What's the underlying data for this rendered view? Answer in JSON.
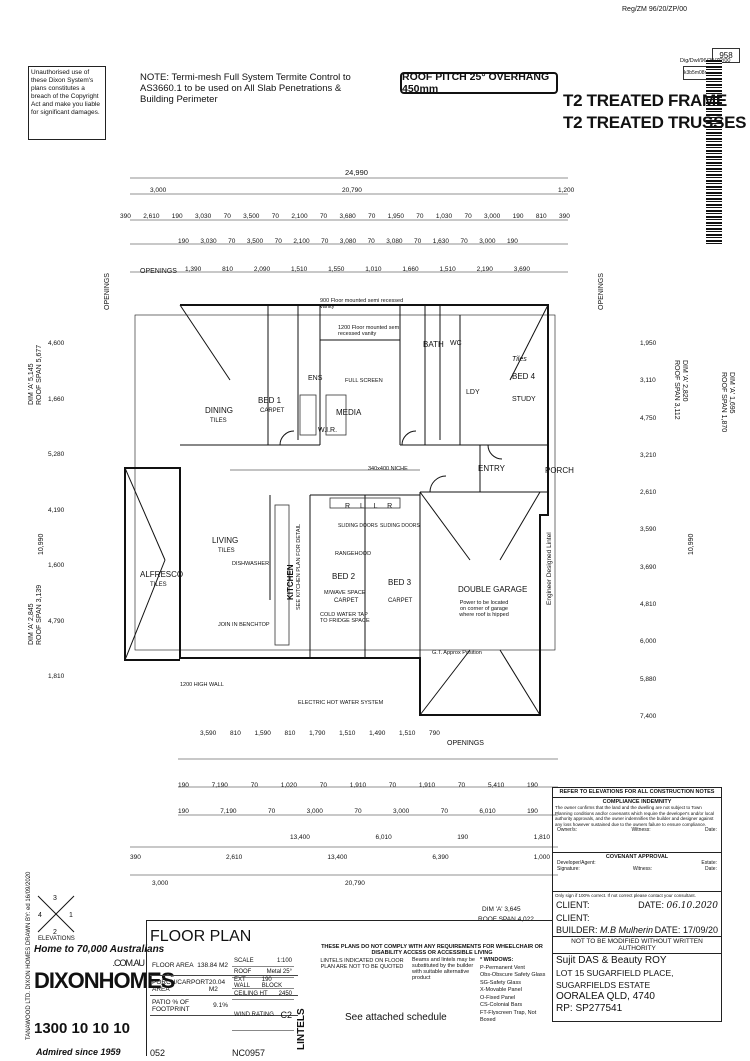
{
  "header": {
    "top_ref": "Reg/ZM 96/20/ZP/00",
    "top_code": "958",
    "side_ref_1": "Dig/Dwl/96/20/ZP/00",
    "side_ref_2": "k3b5m08ree3",
    "copyright": "Unauthorised use of these Dixon System's plans constitutes a breach of the Copyright Act and make you liable for significant damages.",
    "note": "NOTE: Termi-mesh Full System Termite Control to AS3660.1 to be used on All Slab Penetrations & Building Perimeter",
    "roof_pitch": "ROOF PITCH 25° OVERHANG 450mm",
    "treated_frame": "T2 TREATED FRAME",
    "treated_trusses": "T2 TREATED TRUSSES"
  },
  "top_dims": {
    "overall": "24,990",
    "row1": [
      "3,000",
      "20,790",
      "1,200"
    ],
    "row2": [
      "390",
      "2,610",
      "190",
      "3,030",
      "70",
      "3,500",
      "70",
      "2,100",
      "70",
      "3,680",
      "70",
      "1,950",
      "70",
      "1,030",
      "70",
      "3,000",
      "190",
      "810",
      "390"
    ],
    "row3": [
      "190",
      "3,030",
      "70",
      "3,500",
      "70",
      "2,100",
      "70",
      "3,080",
      "70",
      "3,080",
      "70",
      "1,630",
      "70",
      "3,000",
      "190"
    ],
    "openings_label": "OPENINGS",
    "openings": [
      "1,390",
      "810",
      "2,090",
      "1,510",
      "1,550",
      "1,010",
      "1,660",
      "1,510",
      "2,190",
      "3,690"
    ]
  },
  "bottom_dims": {
    "openings_label": "OPENINGS",
    "openings": [
      "3,590",
      "810",
      "1,590",
      "810",
      "1,790",
      "1,510",
      "1,490",
      "1,510",
      "790"
    ],
    "row1": [
      "190",
      "7,190",
      "70",
      "1,020",
      "70",
      "1,910",
      "70",
      "1,910",
      "70",
      "5,410",
      "190"
    ],
    "row2": [
      "190",
      "7,190",
      "70",
      "3,000",
      "70",
      "3,000",
      "70",
      "6,010",
      "190"
    ],
    "row3": [
      "13,400",
      "6,010",
      "190",
      "1,810"
    ],
    "row4": [
      "390",
      "2,610",
      "13,400",
      "6,390",
      "1,000"
    ],
    "row5": [
      "3,000",
      "20,790"
    ]
  },
  "side_labels": {
    "left_openings": "OPENINGS",
    "right_openings": "OPENINGS",
    "dim_a_top": "DIM 'A' 5,145",
    "roof_span_top": "ROOF SPAN 5,677",
    "dim_a_bottom": "DIM 'A' 2,845",
    "roof_span_bottom": "ROOF SPAN 3,139",
    "dim_a_right": "DIM 'A' 1,695",
    "roof_span_right": "ROOF SPAN 1,870",
    "dim_a_right2": "DIM 'A' 2,820",
    "roof_span_right2": "ROOF SPAN 3,112",
    "dim_a_bottom_right": "DIM 'A' 3,645",
    "roof_span_bottom_right": "ROOF SPAN 4,022",
    "left_total": "10,990",
    "right_total": "10,990",
    "left_vals": [
      "4,600",
      "1,660",
      "5,280",
      "4,190",
      "1,600",
      "4,790",
      "1,810"
    ],
    "right_vals": [
      "1,950",
      "3,110",
      "4,750",
      "3,210",
      "2,610",
      "3,590",
      "3,690",
      "4,810",
      "6,000",
      "5,880",
      "7,400"
    ]
  },
  "rooms": {
    "bed1": "BED 1",
    "bed1_floor": "CARPET",
    "dining": "DINING",
    "dining_floor": "TILES",
    "ens": "ENS",
    "wir": "W.I.R.",
    "media": "MEDIA",
    "bath": "BATH",
    "wc": "WC",
    "ldy": "LDY",
    "bed4": "BED 4",
    "bed4_study": "STUDY",
    "bed4_floor": "Tiles",
    "entry": "ENTRY",
    "porch": "PORCH",
    "living": "LIVING",
    "living_floor": "TILES",
    "alfresco": "ALFRESCO",
    "alfresco_floor": "TILES",
    "kitchen": "KITCHEN",
    "kitchen_note": "SEE KITCHEN PLAN FOR DETAIL",
    "bed2": "BED 2",
    "bed2_floor": "CARPET",
    "bed3": "BED 3",
    "bed3_floor": "CARPET",
    "garage": "DOUBLE GARAGE",
    "dishwasher": "DISHWASHER",
    "rangehood": "RANGEHOOD",
    "mwave": "M/WAVE SPACE",
    "cold_water": "COLD WATER TAP TO FRIDGE SPACE",
    "join": "JOIN IN BENCHTOP",
    "high_wall": "1200 HIGH WALL",
    "hws": "ELECTRIC HOT WATER SYSTEM",
    "sliding_doors": "SLIDING DOORS",
    "full_screen": "FULL SCREEN",
    "niche": "340x400 NICHE",
    "floor_recessed": "1200 Floor mounted semi recessed vanity",
    "floor_recessed2": "900 Floor mounted semi recessed vanity",
    "gt_approx": "G.T. Approx Position",
    "lintel_note": "Engineer Designed Lintel",
    "robe_labels": "R L L R",
    "garage_note": "Power to be located on corner of garage where roof is hipped"
  },
  "notes_panel": {
    "title": "REFER TO ELEVATIONS FOR ALL CONSTRUCTION NOTES",
    "compliance_head": "COMPLIANCE INDEMNITY",
    "compliance_text": "The owner confirms that the land and the dwelling are not subject to Town Planning conditions and/or covenants which require the developer's and/or local authority approvals, and the owner indemnifies the builder and designer against any loss however sustained due to the owners failure to ensure compliance.",
    "owners": "Owner/s:",
    "witness": "Witness:",
    "date": "Date:",
    "covenant_head": "COVENANT APPROVAL",
    "developer": "Developer/Agent:",
    "estate": "Estate:",
    "signature": "Signature:",
    "sign_only": "Only sign if 100% correct. If not correct please contact your consultant.",
    "client1": "CLIENT:",
    "date1": "DATE:",
    "date1_val": "06.10.2020",
    "client2": "CLIENT:",
    "builder": "BUILDER:",
    "builder_name": "M.B Mulherin",
    "date2": "DATE:",
    "date2_val": "17/09/20",
    "not_modified": "NOT TO BE MODIFIED WITHOUT WRITTEN AUTHORITY",
    "client_names": "Sujit DAS & Beauty ROY",
    "address1": "LOT 15 SUGARFIELD PLACE, SUGARFIELDS ESTATE",
    "address2": "OORALEA QLD, 4740",
    "plan_ref": "RP: SP277541"
  },
  "title_block": {
    "elevations": "ELEVATIONS",
    "home_to": "Home to 70,000 Australians",
    "dixon": "DIXONHOMES",
    "com_au": ".COM.AU",
    "phone": "1300 10 10 10",
    "admired": "Admired since 1959",
    "floor_plan": "FLOOR PLAN",
    "floor_area_label": "FLOOR AREA",
    "floor_area": "138.84 M2",
    "porch_label": "PORCH/CARPORT AREA",
    "porch_area": "20.04 M2",
    "footprint_label": "PATIO % OF FOOTPRINT",
    "footprint": "9.1%",
    "scale_label": "SCALE",
    "scale": "1:100",
    "roof_label": "ROOF",
    "roof": "Metal",
    "roof_extra": "25°",
    "ext_wall_label": "EXT WALL",
    "ext_wall": "190 BLOCK",
    "ceiling_label": "CEILING HT",
    "ceiling": "2450",
    "wind_label": "WIND RATING",
    "wind": "C2",
    "lintels": "LINTELS",
    "lintel_note": "LINTELS INDICATED ON FLOOR PLAN ARE NOT TO BE QUOTED",
    "schedule": "See attached schedule",
    "compliance_warning": "THESE PLANS DO NOT COMPLY WITH ANY REQUIREMENTS FOR WHEELCHAIR OR DISABILITY ACCESS OR ACCESSIBLE LIVING",
    "beams_note": "Beams and lintels may be substituted by the builder with suitable alternative product",
    "windows_head": "* WINDOWS:",
    "windows": [
      "P-Permanent Vent",
      "Obs-Obscure Safety Glass",
      "SG-Safety Glass",
      "X-Movable Panel",
      "O-Fixed Panel",
      "CS-Colonial Bars",
      "FT-Flyscreen Trap, Not Boxed"
    ],
    "plan_no": "NC0957",
    "plan_prefix": "052",
    "side_note": "TANAWOOD LTD. DIXON HOMES DRAWN BY: ed 16/09/2020"
  }
}
